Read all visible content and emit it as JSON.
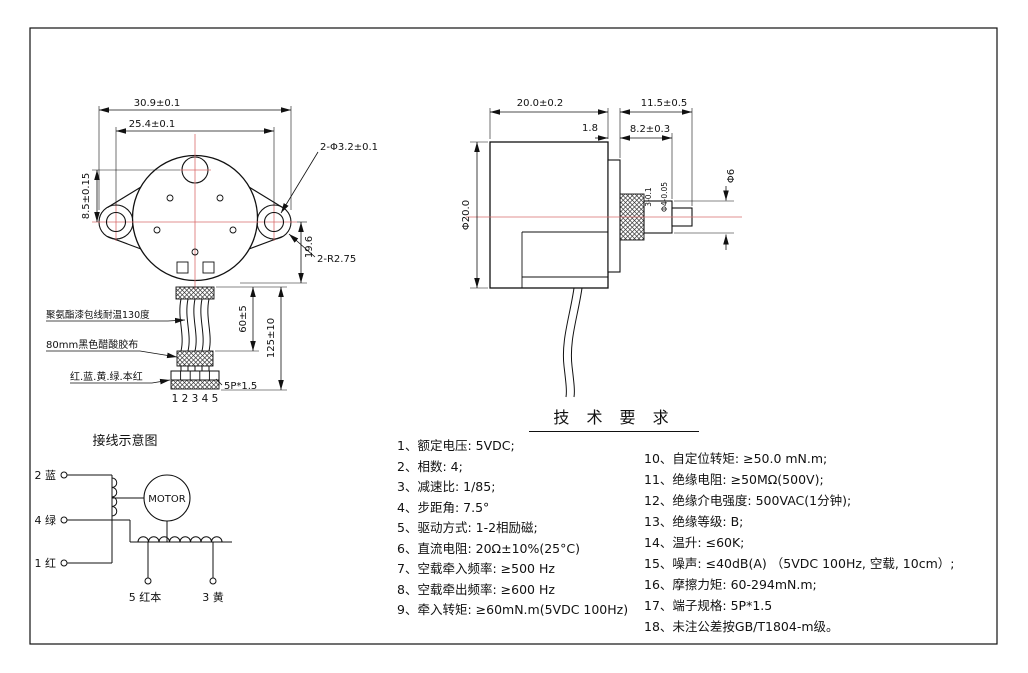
{
  "sheet": {
    "background": "#ffffff",
    "line_color": "#111111",
    "centerline_color": "#d96b6b"
  },
  "front_view": {
    "dim_width_outer": "30.9±0.1",
    "dim_hole_pitch": "25.4±0.1",
    "dim_shaft_to_holes": "8.5±0.15",
    "dim_height": "19.6",
    "label_holes": "2-Φ3.2±0.1",
    "label_ear_radius": "2-R2.75",
    "dim_lead_exposed": "60±5",
    "dim_lead_total": "125±10",
    "label_connector": "5P*1.5",
    "pin_numbers": "1 2 3 4 5",
    "label_wire_material": "聚氨酯漆包线耐温130度",
    "label_tape": "80mm黑色醋酸胶布",
    "label_wire_colors": "红.蓝.黄.绿.本红"
  },
  "side_view": {
    "dim_body_length": "20.0±0.2",
    "dim_plate": "1.8",
    "dim_shaft_total": "11.5±0.5",
    "dim_shaft_step": "8.2±0.3",
    "dim_body_dia": "Φ20.0",
    "dim_shaft_dia": "Φ6",
    "dim_dcut": "3-0.1",
    "dim_shaft_dia2": "Φ4-0.05"
  },
  "wiring": {
    "title": "接线示意图",
    "motor_label": "MOTOR",
    "terminal_2": "2 蓝",
    "terminal_4": "4 绿",
    "terminal_1": "1 红",
    "terminal_5": "5 红本",
    "terminal_3": "3 黄"
  },
  "tech": {
    "title": "技 术 要 求",
    "left": [
      "1、额定电压: 5VDC;",
      "2、相数: 4;",
      "3、减速比: 1/85;",
      "4、步距角: 7.5°",
      "5、驱动方式: 1-2相励磁;",
      "6、直流电阻: 20Ω±10%(25°C)",
      "7、空载牵入频率: ≥500 Hz",
      "8、空载牵出频率: ≥600 Hz",
      "9、牵入转矩: ≥60mN.m(5VDC 100Hz)"
    ],
    "right": [
      "10、自定位转矩: ≥50.0 mN.m;",
      "11、绝缘电阻: ≥50MΩ(500V);",
      "12、绝缘介电强度: 500VAC(1分钟);",
      "13、绝缘等级: B;",
      "14、温升: ≤60K;",
      "15、噪声: ≤40dB(A) （5VDC 100Hz, 空载, 10cm）;",
      "16、摩擦力矩: 60-294mN.m;",
      "17、端子规格: 5P*1.5",
      "18、未注公差按GB/T1804-m级。"
    ]
  }
}
